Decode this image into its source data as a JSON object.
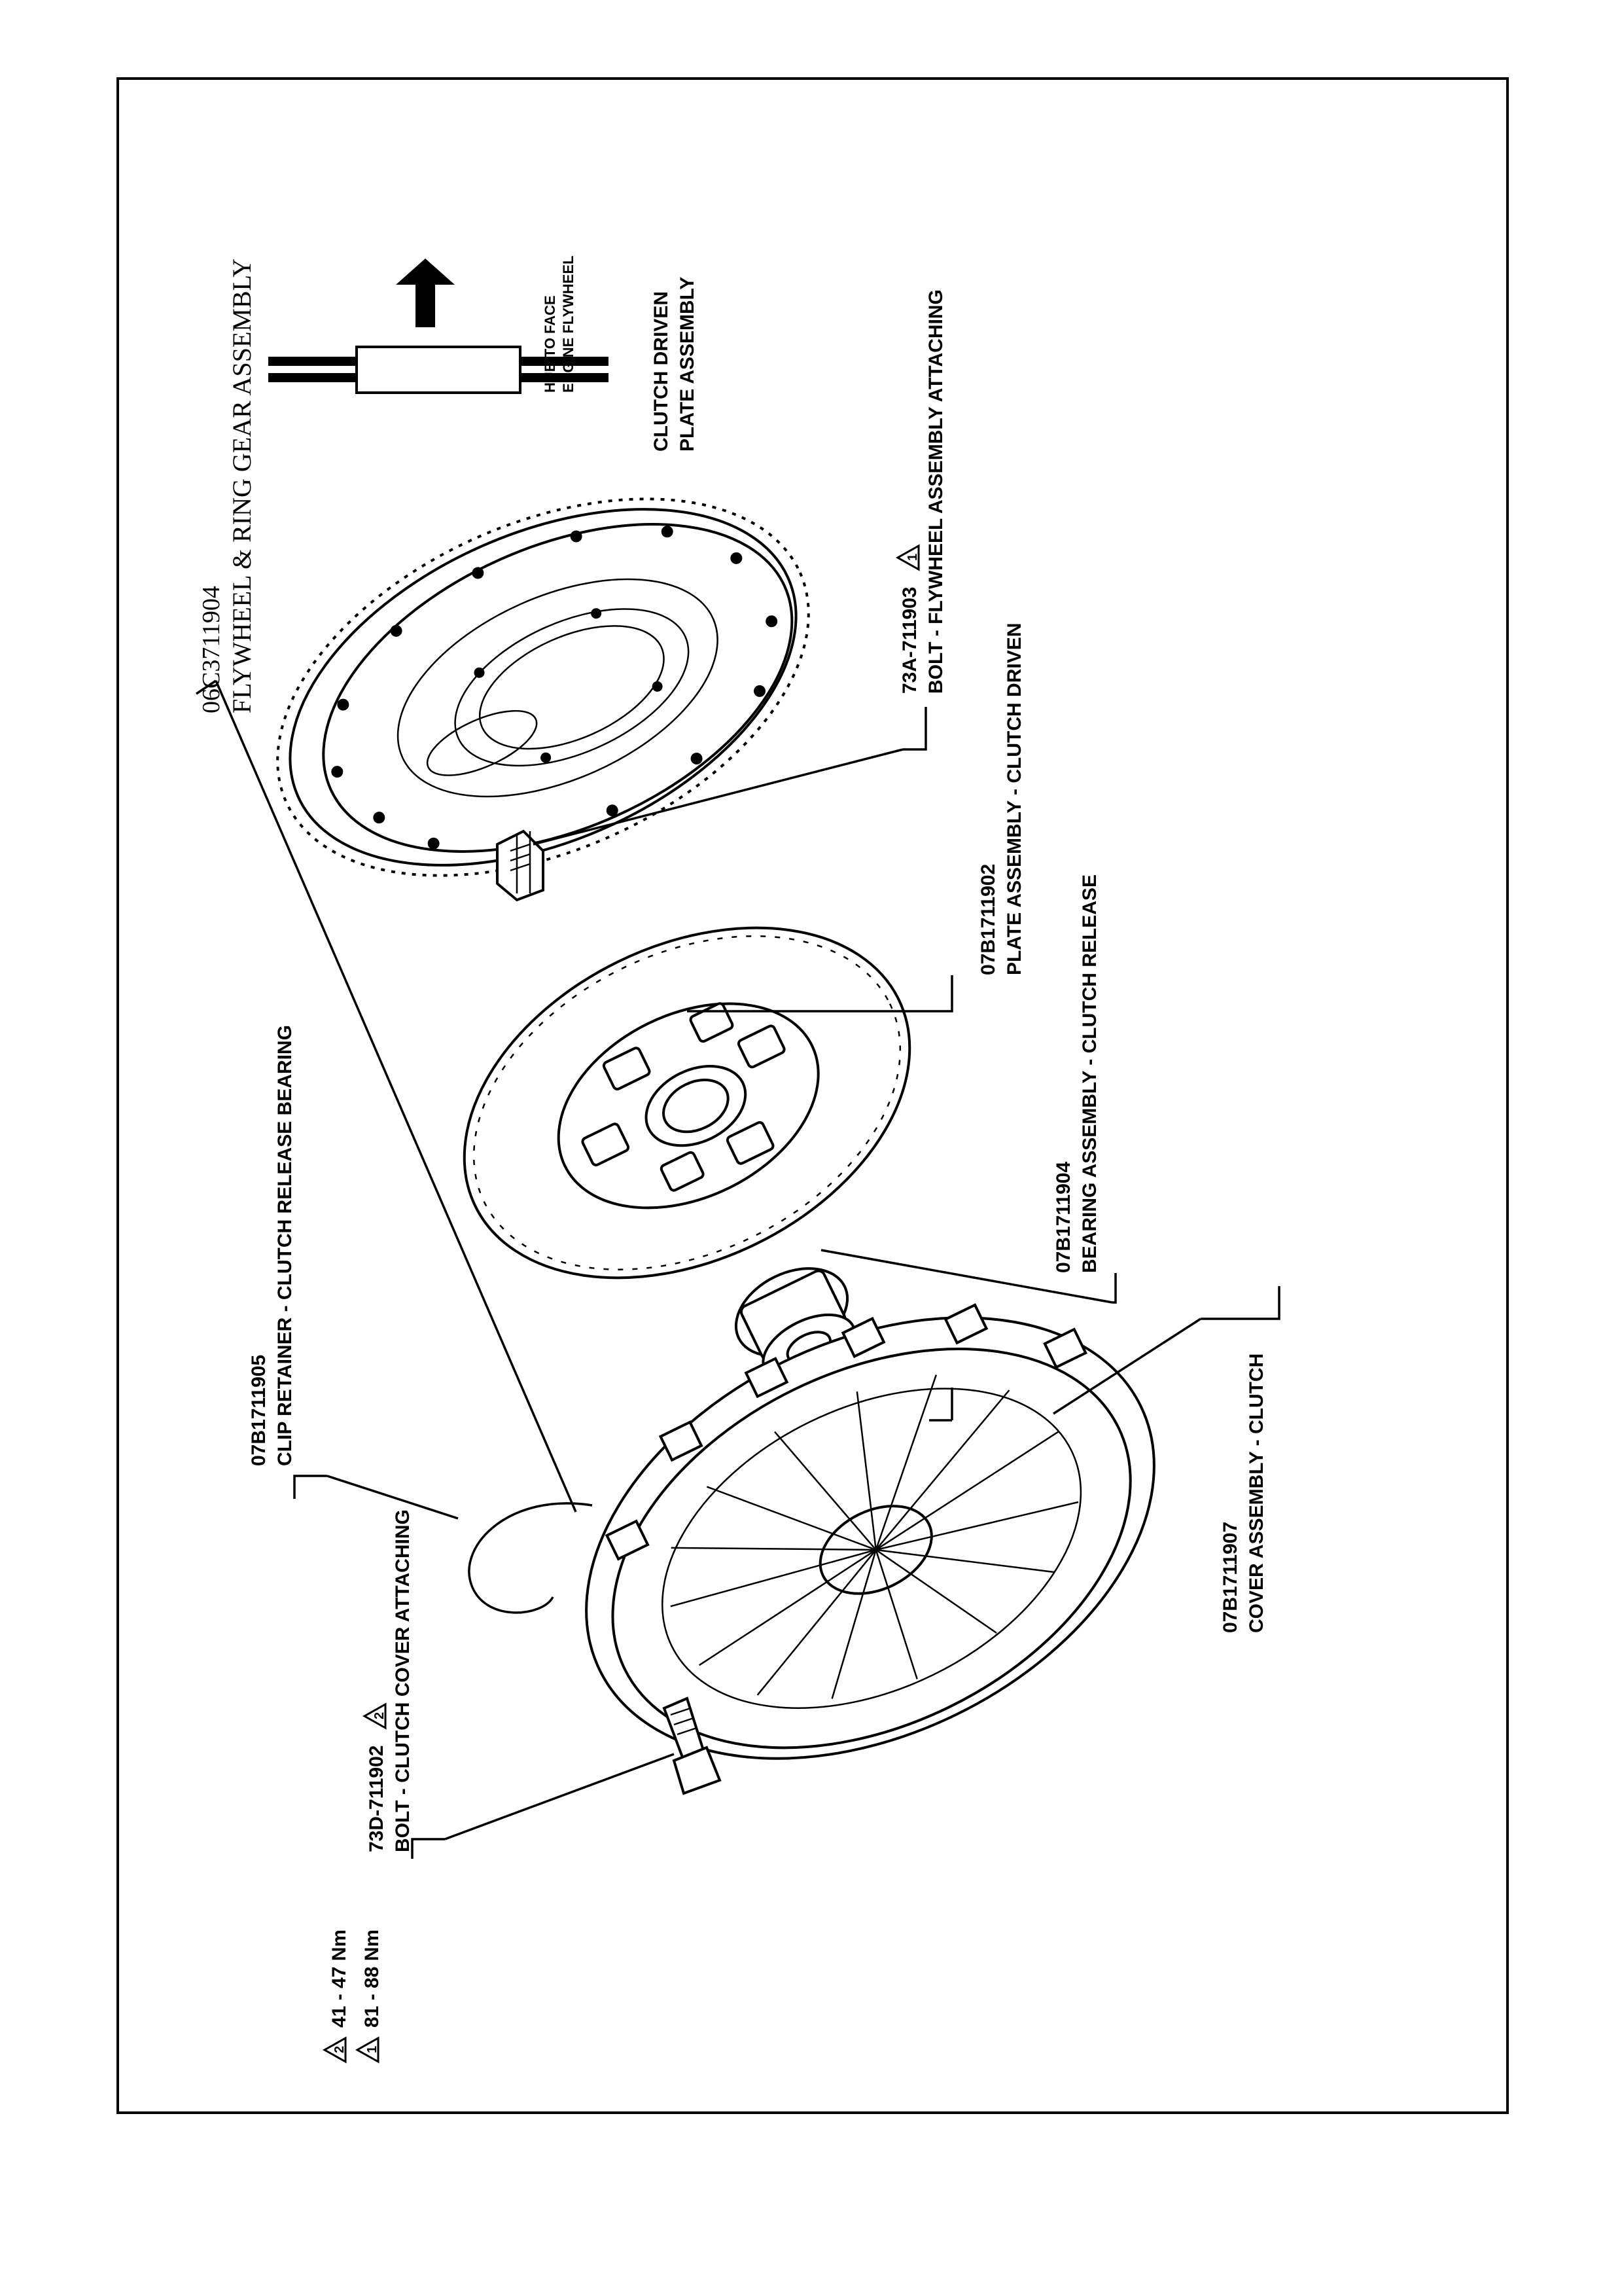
{
  "callouts": {
    "flywheel": {
      "code": "06C3711904",
      "name": "FLYWHEEL & RING GEAR ASSEMBLY"
    },
    "plate_note": {
      "line1": "CLUTCH DRIVEN",
      "line2": "PLATE ASSEMBLY"
    },
    "hub_note": {
      "line1": "HUB TO FACE",
      "line2": "ENGINE FLYWHEEL"
    },
    "flywheel_bolt": {
      "code": "73A-711903",
      "name": "BOLT - FLYWHEEL ASSEMBLY ATTACHING",
      "torque_ref": "1"
    },
    "plate": {
      "code": "07B1711902",
      "name": "PLATE ASSEMBLY - CLUTCH DRIVEN"
    },
    "bearing": {
      "code": "07B1711904",
      "name": "BEARING ASSEMBLY - CLUTCH RELEASE"
    },
    "clip": {
      "code": "07B1711905",
      "name": "CLIP RETAINER - CLUTCH RELEASE BEARING"
    },
    "cover": {
      "code": "07B1711907",
      "name": "COVER ASSEMBLY - CLUTCH"
    },
    "cover_bolt": {
      "code": "73D-711902",
      "name": "BOLT - CLUTCH COVER ATTACHING",
      "torque_ref": "2"
    }
  },
  "torque_legend": [
    {
      "ref": "2",
      "value": "41 - 47 Nm"
    },
    {
      "ref": "1",
      "value": "81 - 88 Nm"
    }
  ]
}
